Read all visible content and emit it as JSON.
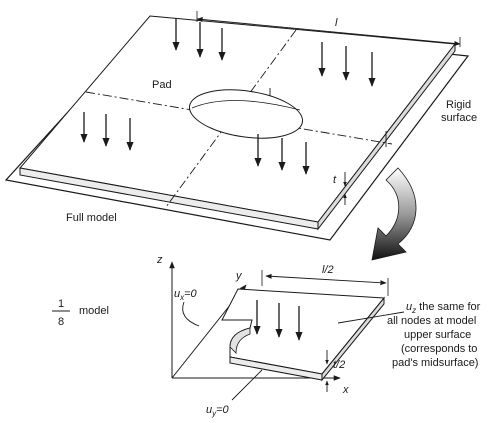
{
  "full": {
    "dimension_l": "l",
    "pad": "Pad",
    "rigid_line1": "Rigid",
    "rigid_line2": "surface",
    "thickness": "t",
    "caption": "Full model"
  },
  "eighth": {
    "axis_z": "z",
    "axis_y": "y",
    "axis_x": "x",
    "dimension_l2": "l/2",
    "thickness_t2": "t/2",
    "fraction_num": "1",
    "fraction_den": "8",
    "model_word": "model",
    "ux_var": "u",
    "ux_sub": "x",
    "ux_eq": "=0",
    "uy_var": "u",
    "uy_sub": "y",
    "uy_eq": "=0",
    "uz_var": "u",
    "uz_sub": "z",
    "uz_note": [
      " the same for",
      "all nodes at model",
      "upper surface",
      "(corresponds to",
      "pad's midsurface)"
    ]
  }
}
